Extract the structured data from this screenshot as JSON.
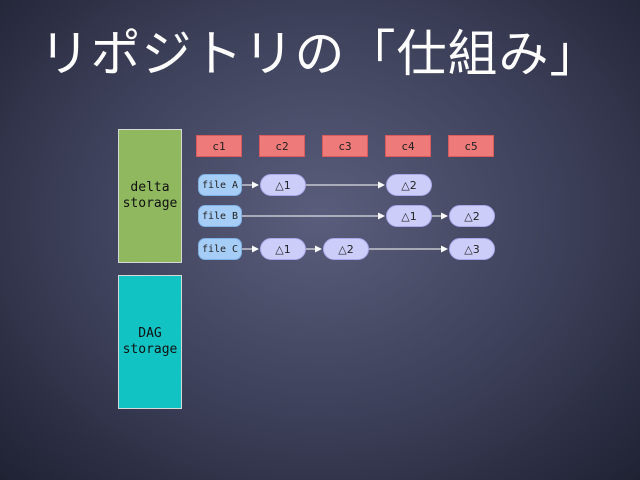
{
  "title": "リポジトリの「仕組み」",
  "delta_storage": {
    "line1": "delta",
    "line2": "storage"
  },
  "dag_storage": {
    "line1": "DAG",
    "line2": "storage"
  },
  "commits": [
    "c1",
    "c2",
    "c3",
    "c4",
    "c5"
  ],
  "files": [
    {
      "label": "file A",
      "deltas": [
        {
          "commit": "c2",
          "label": "△1"
        },
        {
          "commit": "c4",
          "label": "△2"
        }
      ]
    },
    {
      "label": "file B",
      "deltas": [
        {
          "commit": "c4",
          "label": "△1"
        },
        {
          "commit": "c5",
          "label": "△2"
        }
      ]
    },
    {
      "label": "file C",
      "deltas": [
        {
          "commit": "c2",
          "label": "△1"
        },
        {
          "commit": "c3",
          "label": "△2"
        },
        {
          "commit": "c5",
          "label": "△3"
        }
      ]
    }
  ],
  "colors": {
    "commit_fill": "#ee7a7a",
    "file_fill": "#a6cdf6",
    "delta_fill": "#cdcdfa",
    "delta_storage_fill": "#8fb85f",
    "dag_storage_fill": "#12c3c3",
    "arrow": "#ffffff"
  }
}
